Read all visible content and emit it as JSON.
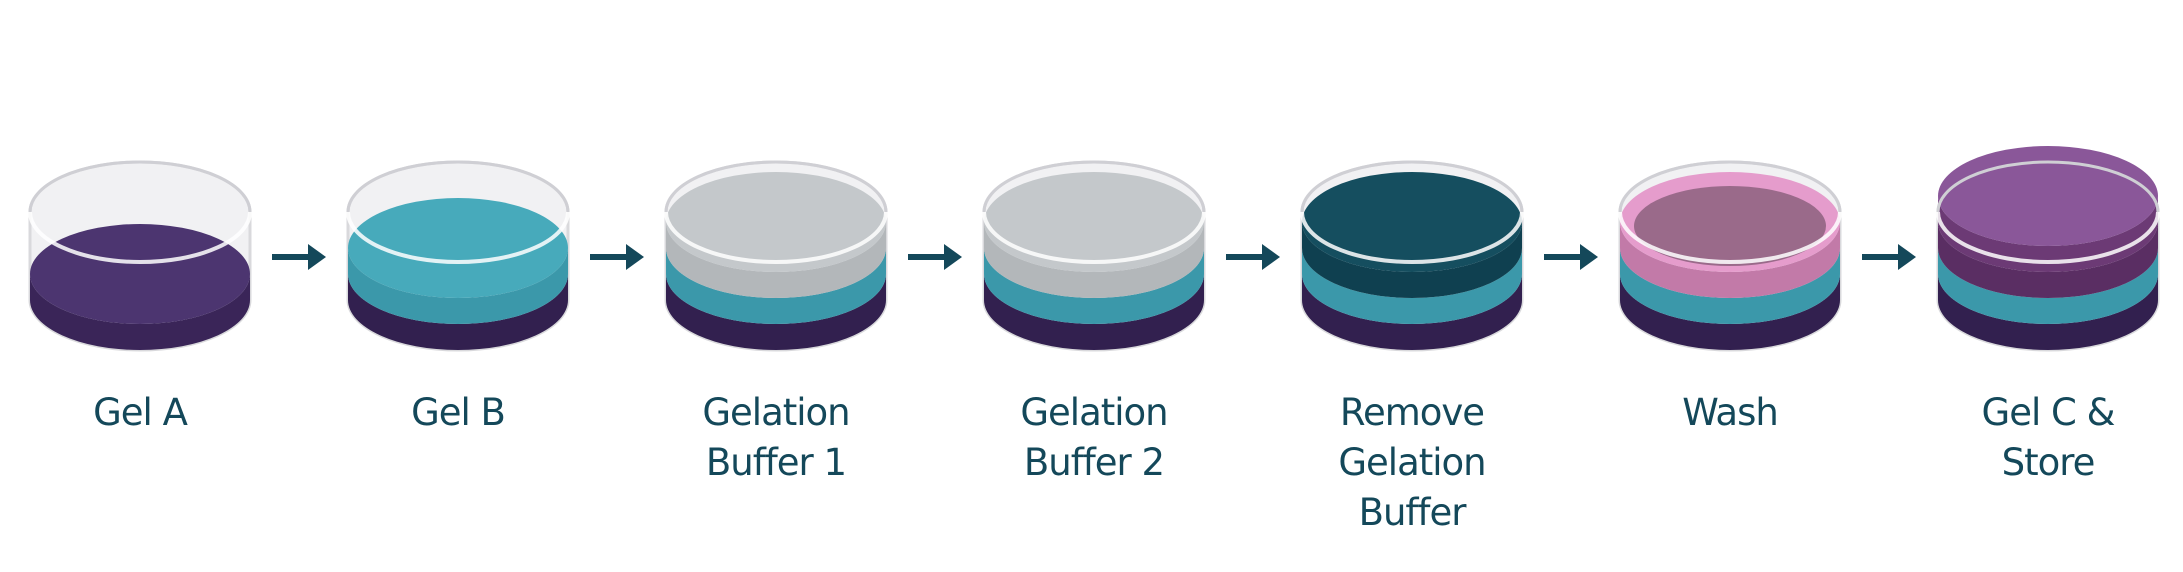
{
  "colors": {
    "label_text": "#14485a",
    "arrow": "#14485a",
    "dish_wall": "#d9d9dc",
    "dish_rim": "#cfcfd4",
    "gel_a_top": "#4c3570",
    "gel_a_side": "#3a2558",
    "gel_b_top": "#47aabb",
    "gel_b_side": "#3b98aa",
    "buffer_top": "#c4c8cb",
    "buffer_side": "#b3b7ba",
    "removed_top": "#154e5f",
    "removed_side": "#0f4050",
    "wash_top": "#9a6a8a",
    "wash_ring": "#e59ccc",
    "wash_side": "#c27aa8",
    "gel_c_top": "#8a5799",
    "gel_c_side": "#6c3a75"
  },
  "steps": [
    {
      "label": "Gel A",
      "layers": [
        {
          "color": "#4c3570",
          "side": "#3a2558"
        }
      ]
    },
    {
      "label": "Gel B",
      "layers": [
        {
          "color": "#3a2558",
          "side": "#32204f"
        },
        {
          "color": "#47aabb",
          "side": "#3b98aa"
        }
      ]
    },
    {
      "label": "Gelation\nBuffer 1",
      "layers": [
        {
          "color": "#3a2558",
          "side": "#32204f"
        },
        {
          "color": "#47aabb",
          "side": "#3b98aa"
        },
        {
          "color": "#c4c8cb",
          "side": "#b3b7ba"
        }
      ]
    },
    {
      "label": "Gelation\nBuffer 2",
      "layers": [
        {
          "color": "#3a2558",
          "side": "#32204f"
        },
        {
          "color": "#47aabb",
          "side": "#3b98aa"
        },
        {
          "color": "#c4c8cb",
          "side": "#b3b7ba"
        }
      ]
    },
    {
      "label": "Remove\nGelation\nBuffer",
      "layers": [
        {
          "color": "#3a2558",
          "side": "#32204f"
        },
        {
          "color": "#47aabb",
          "side": "#3b98aa"
        },
        {
          "color": "#154e5f",
          "side": "#0f4050"
        }
      ]
    },
    {
      "label": "Wash",
      "layers": [
        {
          "color": "#3a2558",
          "side": "#32204f"
        },
        {
          "color": "#47aabb",
          "side": "#3b98aa"
        },
        {
          "color": "#9a6a8a",
          "side": "#c27aa8",
          "ring": "#e59ccc"
        }
      ]
    },
    {
      "label": "Gel C &\nStore",
      "layers": [
        {
          "color": "#3a2558",
          "side": "#32204f"
        },
        {
          "color": "#47aabb",
          "side": "#3b98aa"
        },
        {
          "color": "#6c3a75",
          "side": "#5a2e63"
        },
        {
          "color": "#8a5799",
          "side": "#6c3a75"
        }
      ]
    }
  ],
  "arrows": [
    {
      "from": "Gel A",
      "to": "Gel B"
    },
    {
      "from": "Gel B",
      "to": "Gelation\nBuffer 1"
    },
    {
      "from": "Gelation\nBuffer 1",
      "to": "Gelation\nBuffer 2"
    },
    {
      "from": "Gelation\nBuffer 2",
      "to": "Remove\nGelation\nBuffer"
    },
    {
      "from": "Remove\nGelation\nBuffer",
      "to": "Wash"
    },
    {
      "from": "Wash",
      "to": "Gel C &\nStore"
    }
  ]
}
